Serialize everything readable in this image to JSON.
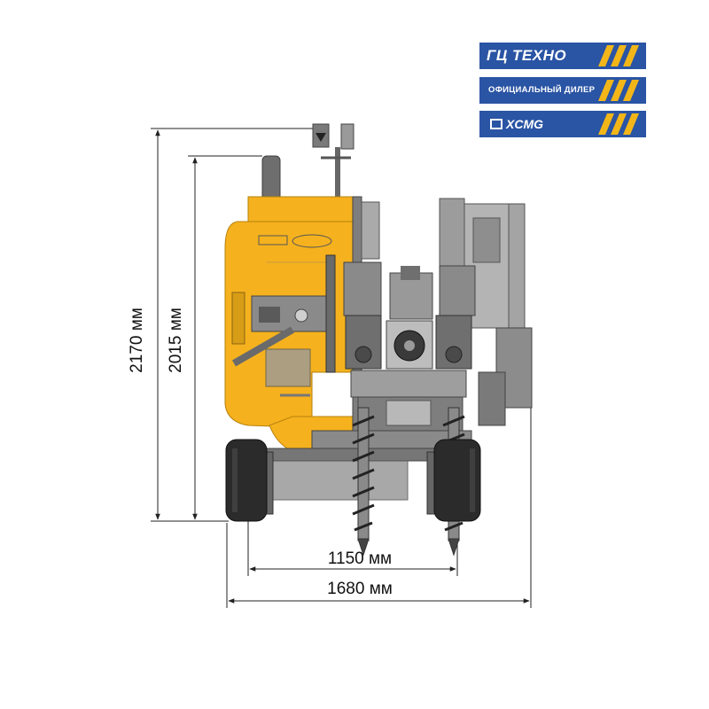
{
  "brand": {
    "name": "ГЦ ТЕХНО",
    "tagline": "ОФИЦИАЛЬНЫЙ ДИЛЕР",
    "partner": "XCMG",
    "badge_color": "#2a54a4",
    "stripe_color": "#f2b619"
  },
  "dimensions": {
    "total_height": "2170 мм",
    "body_height": "2015 мм",
    "wheel_track": "1150 мм",
    "overall_width": "1680 мм"
  },
  "colors": {
    "body_yellow": "#f5b21e",
    "steel_gray": "#8d8d8d",
    "dark_gray": "#4a4a4a",
    "tire_black": "#2b2b2b",
    "dimension_line": "#222222"
  }
}
